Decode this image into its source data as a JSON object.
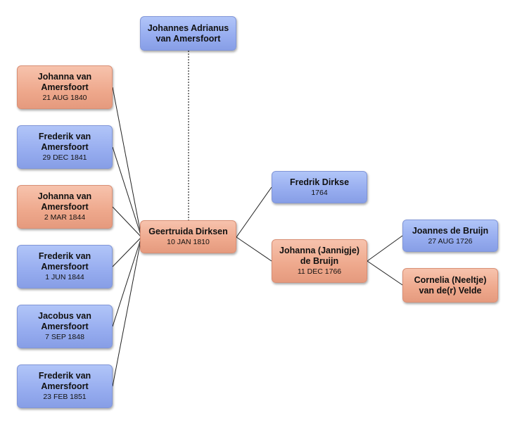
{
  "diagram": {
    "nodes": {
      "father": {
        "name": "Johannes Adrianus van Amersfoort",
        "date": "",
        "sex": "male"
      },
      "child1": {
        "name": "Johanna van Amersfoort",
        "date": "21 AUG 1840",
        "sex": "female"
      },
      "child2": {
        "name": "Frederik van Amersfoort",
        "date": "29 DEC 1841",
        "sex": "male"
      },
      "child3": {
        "name": "Johanna van Amersfoort",
        "date": "2 MAR 1844",
        "sex": "female"
      },
      "child4": {
        "name": "Frederik van Amersfoort",
        "date": "1 JUN 1844",
        "sex": "male"
      },
      "child5": {
        "name": "Jacobus van Amersfoort",
        "date": "7 SEP 1848",
        "sex": "male"
      },
      "child6": {
        "name": "Frederik van Amersfoort",
        "date": "23 FEB 1851",
        "sex": "male"
      },
      "focus": {
        "name": "Geertruida Dirksen",
        "date": "10 JAN 1810",
        "sex": "female"
      },
      "paternal": {
        "name": "Fredrik Dirkse",
        "date": "1764",
        "sex": "male"
      },
      "maternal": {
        "name": "Johanna (Jannigje) de Bruijn",
        "date": "11 DEC 1766",
        "sex": "female"
      },
      "mgf": {
        "name": "Joannes de Bruijn",
        "date": "27 AUG 1726",
        "sex": "male"
      },
      "mgm": {
        "name": "Cornelia (Neeltje) van de(r) Velde",
        "date": "",
        "sex": "female"
      }
    },
    "colors": {
      "male_fill": "#96acef",
      "female_fill": "#eea88c",
      "line": "#222222",
      "spouse_line": "#555555"
    }
  }
}
